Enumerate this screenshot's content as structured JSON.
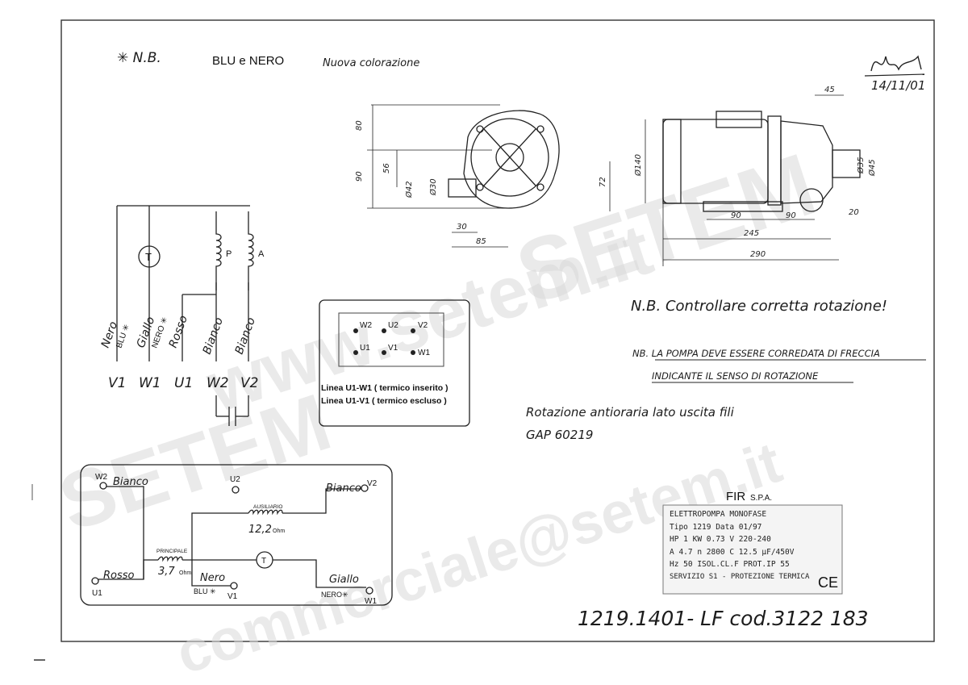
{
  "header": {
    "note_mark": "✳ N.B.",
    "note_colors": "BLU e NERO",
    "note_text": "Nuova colorazione",
    "signature_date": "14/11/01"
  },
  "outline_dims": {
    "front": [
      "80",
      "90",
      "56",
      "Ø42",
      "Ø30",
      "30",
      "85"
    ],
    "side": [
      "45",
      "Ø140",
      "72",
      "Ø35",
      "Ø45",
      "20",
      "90",
      "90",
      "245",
      "290"
    ]
  },
  "wiring": {
    "thermal_label": "T",
    "winding_p": "P",
    "winding_a": "A",
    "wire_colors": {
      "nero": "Nero",
      "blu": "BLU ✳",
      "giallo": "Giallo",
      "nero2": "NERO ✳",
      "rosso": "Rosso",
      "bianco1": "Bianco",
      "bianco2": "Bianco"
    },
    "terminals": [
      "V1",
      "W1",
      "U1",
      "W2",
      "V2"
    ]
  },
  "terminal_box": {
    "terminals_row1": [
      "W2",
      "U2",
      "V2"
    ],
    "terminals_row2": [
      "U1",
      "V1",
      "W1"
    ],
    "line1": "Linea U1-W1 ( termico inserito )",
    "line2": "Linea U1-V1 ( termico escluso )"
  },
  "notes": {
    "rotation_check": "N.B. Controllare corretta rotazione!",
    "arrow_line1": "NB. LA POMPA DEVE ESSERE CORREDATA DI FRECCIA",
    "arrow_line2": "INDICANTE IL SENSO DI ROTAZIONE",
    "rotation_dir": "Rotazione antioraria lato uscita fili",
    "gap": "GAP 60219"
  },
  "schematic": {
    "w2": "W2",
    "w2_color": "Bianco",
    "u2": "U2",
    "v2": "V2",
    "v2_color": "Bianco",
    "aux_label": "AUSILIARIO",
    "aux_value": "12,2",
    "aux_unit": "Ohm",
    "main_label": "PRINCIPALE",
    "main_value": "3,7",
    "main_unit": "Ohm",
    "thermal": "T",
    "u1": "U1",
    "u1_color": "Rosso",
    "v1": "V1",
    "v1_color_top": "Nero",
    "v1_color": "BLU ✳",
    "w1": "W1",
    "w1_color_top": "Giallo",
    "w1_color": "NERO✳"
  },
  "nameplate": {
    "maker": "FIR",
    "maker_suffix": "S.P.A.",
    "rows": [
      "ELETTROPOMPA MONOFASE",
      "Tipo 1219        Data 01/97",
      "HP 1    KW 0.73    V 220-240",
      "A 4.7     n 2800    C 12.5 µF/450V",
      "Hz 50   ISOL.CL.F    PROT.IP 55",
      "SERVIZIO S1 - PROTEZIONE TERMICA"
    ],
    "ce": "CE"
  },
  "code": "1219.1401- LF  cod.3122 183",
  "watermarks": [
    "www.setem.it",
    "SETEM",
    "commerciale@setem.it",
    "SETEM"
  ]
}
